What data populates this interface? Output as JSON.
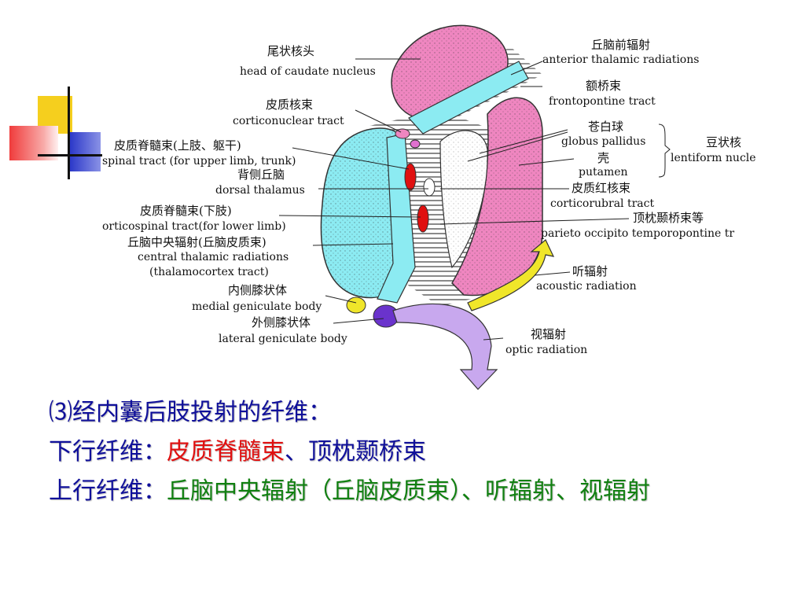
{
  "colors": {
    "pink": "#ef86c0",
    "cyan": "#8cebf2",
    "red": "#e01010",
    "green": "#118011",
    "navy": "#10109a",
    "yellow": "#f0e62a",
    "violet": "#6a33cc",
    "lavender": "#c8a8ee",
    "deco_yellow": "#f5cf1e",
    "deco_blue": "#2936c8",
    "deco_red": "#f03c3c"
  },
  "labels": {
    "caudate_zh": "尾状核头",
    "caudate_en": "head of caudate nucleus",
    "cortnuc_zh": "皮质核束",
    "cortnuc_en": "corticonuclear tract",
    "cst_upper_zh": "皮质脊髓束(上肢、躯干)",
    "cst_upper_en": "spinal tract (for upper limb, trunk)",
    "dorsal_zh": "背侧丘脑",
    "dorsal_en": "dorsal thalamus",
    "cst_lower_zh": "皮质脊髓束(下肢)",
    "cst_lower_en": "orticospinal tract(for lower limb)",
    "central_zh": "丘脑中央辐射(丘脑皮质束)",
    "central_en1": "central thalamic radiations",
    "central_en2": "(thalamocortex tract)",
    "medial_zh": "内侧膝状体",
    "medial_en": "medial geniculate body",
    "lateral_zh": "外侧膝状体",
    "lateral_en": "lateral geniculate body",
    "ant_zh": "丘脑前辐射",
    "ant_en": "anterior thalamic radiations",
    "frontop_zh": "额桥束",
    "frontop_en": "frontopontine tract",
    "globus_zh": "苍白球",
    "globus_en": "globus pallidus",
    "lenti_zh": "豆状核",
    "lenti_en": "lentiform nucle",
    "putamen_zh": "壳",
    "putamen_en": "putamen",
    "corub_zh": "皮质红核束",
    "corub_en": "corticorubral tract",
    "parieto_zh": "顶枕颞桥束等",
    "parieto_en": "parieto occipito temporopontine tr",
    "acoustic_zh": "听辐射",
    "acoustic_en": "acoustic radiation",
    "optic_zh": "视辐射",
    "optic_en": "optic radiation"
  },
  "text": {
    "heading": "⑶经内囊后肢投射的纤维：",
    "descend_prefix": "下行纤维：",
    "descend_red": "皮质脊髓束",
    "descend_rest": "、顶枕颞桥束",
    "ascend_prefix": "上行纤维：",
    "ascend_green": "丘脑中央辐射（丘脑皮质束）、听辐射、视辐射"
  }
}
